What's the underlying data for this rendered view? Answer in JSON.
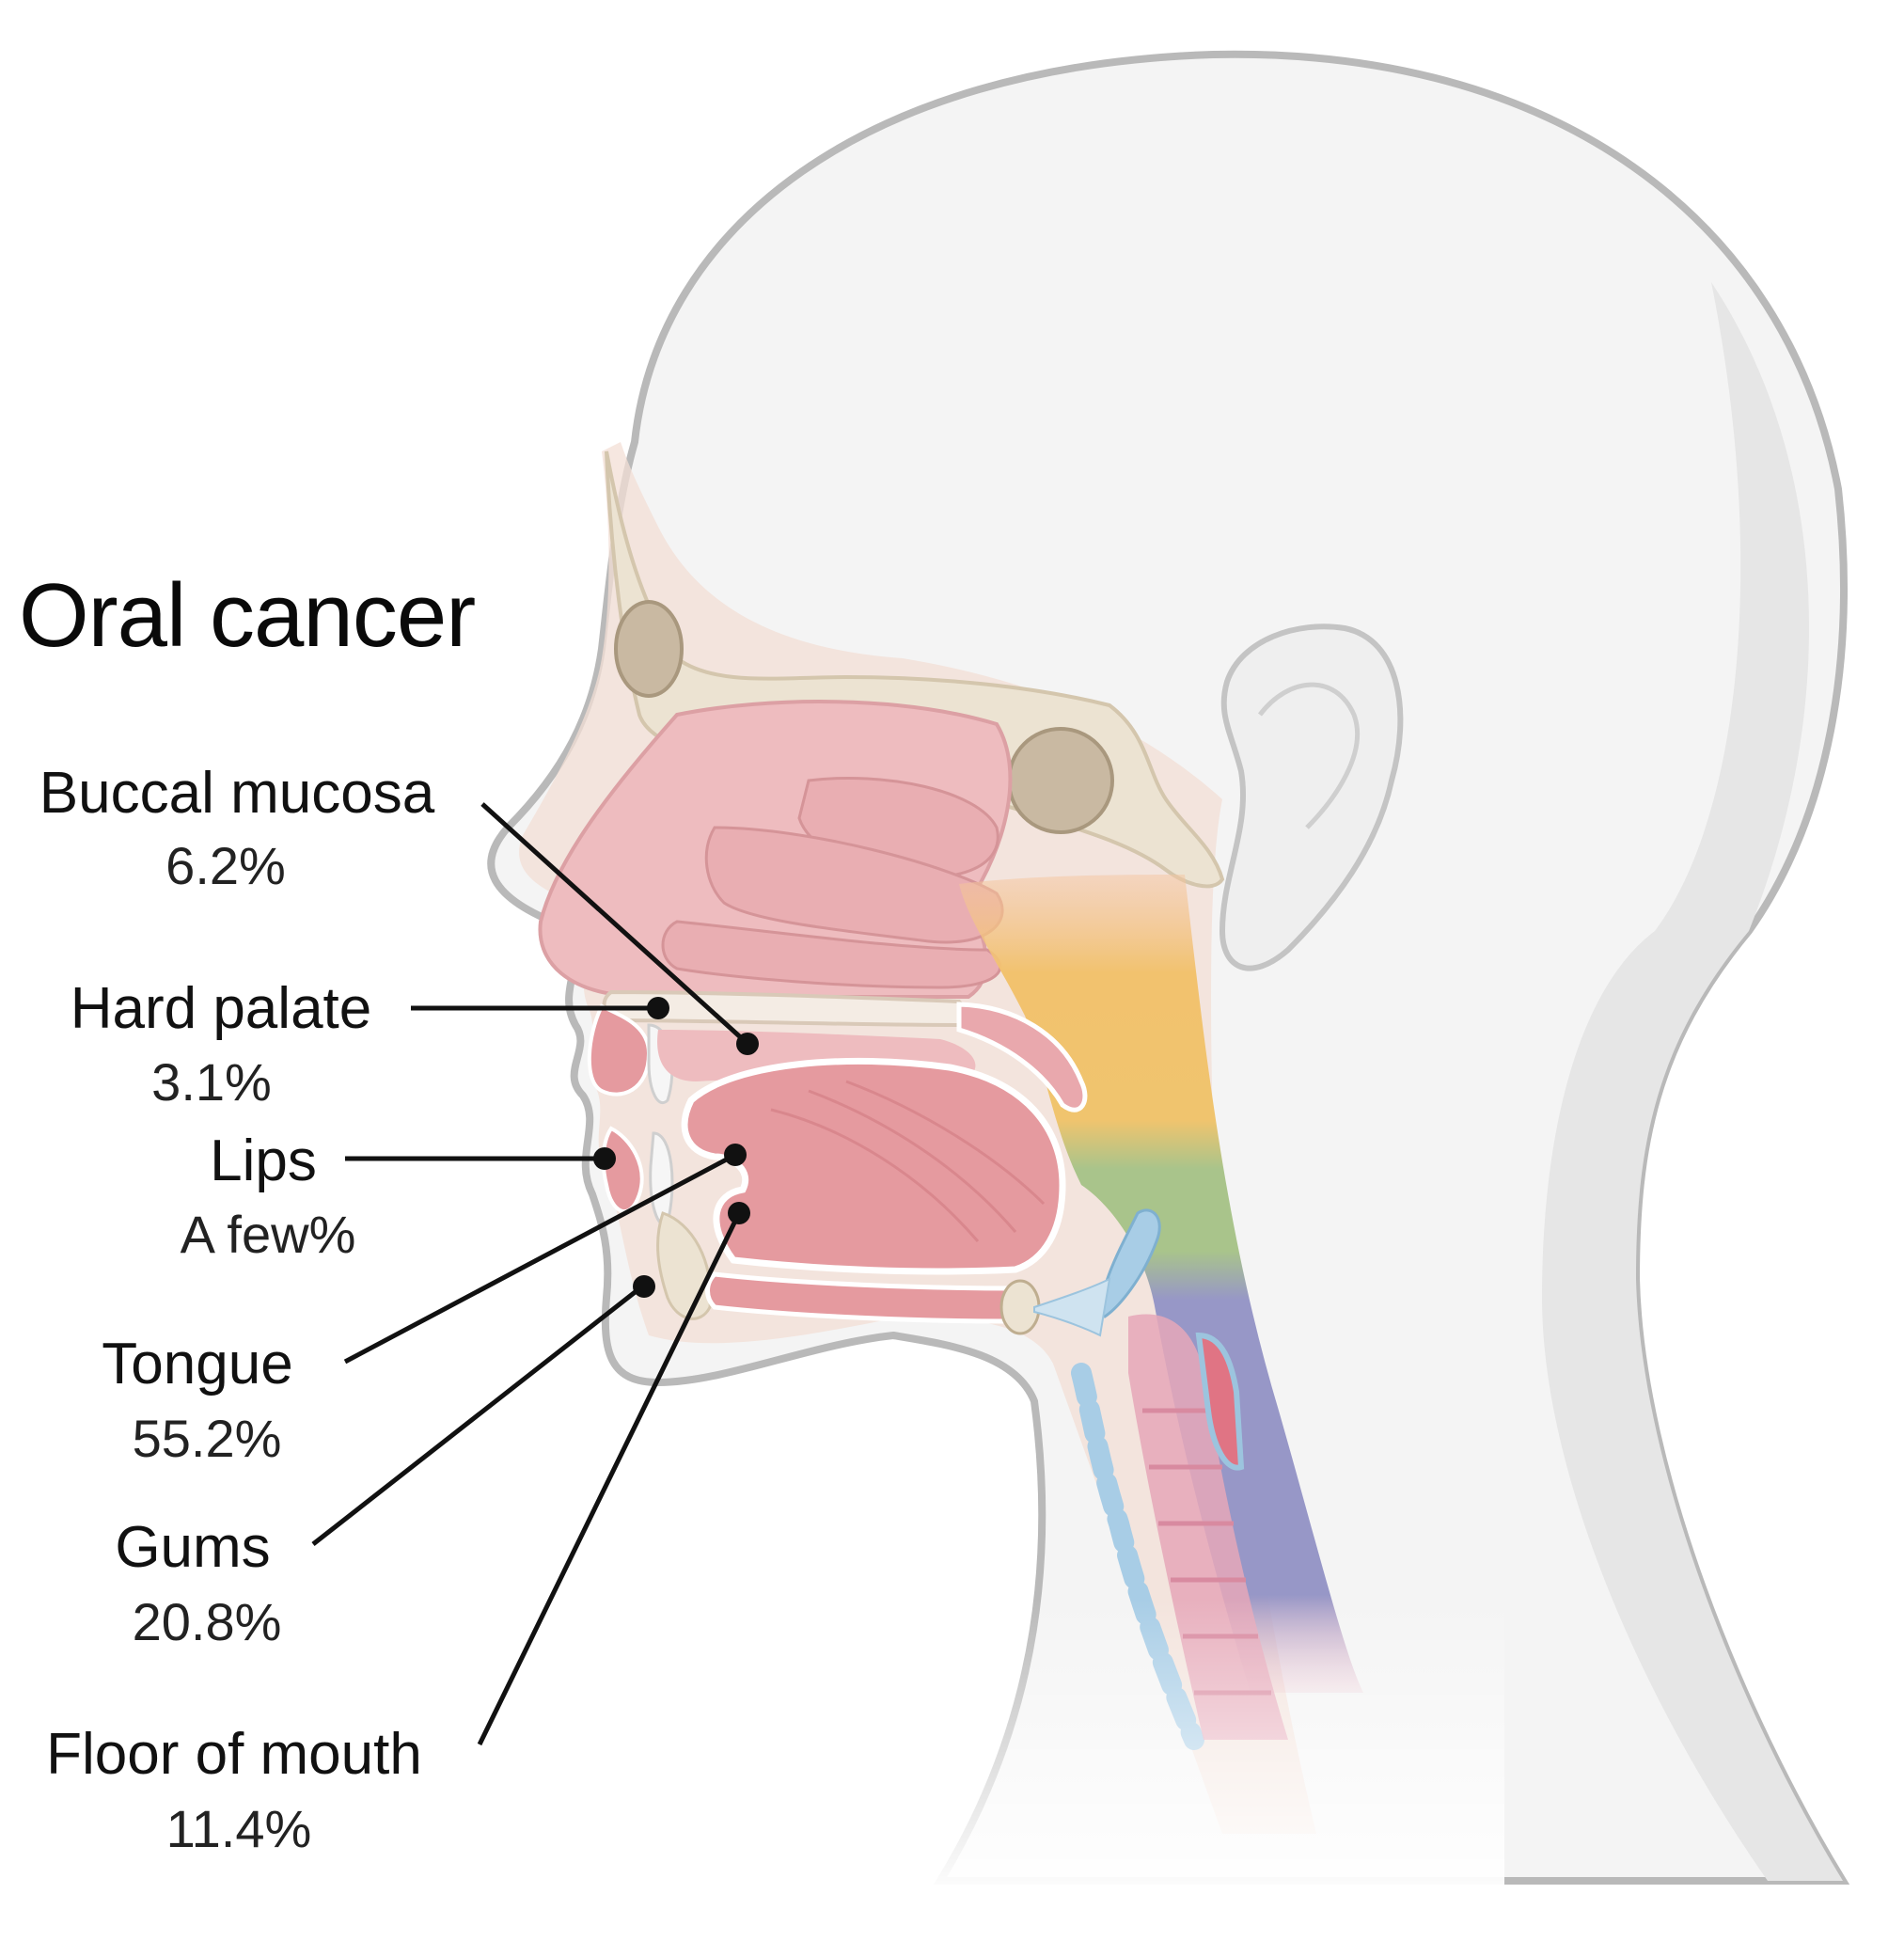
{
  "title": "Oral cancer",
  "labels": [
    {
      "id": "buccal-mucosa",
      "name": "Buccal mucosa",
      "percent": "6.2%"
    },
    {
      "id": "hard-palate",
      "name": "Hard palate",
      "percent": "3.1%"
    },
    {
      "id": "lips",
      "name": "Lips",
      "percent": "A few%"
    },
    {
      "id": "tongue",
      "name": "Tongue",
      "percent": "55.2%"
    },
    {
      "id": "gums",
      "name": "Gums",
      "percent": "20.8%"
    },
    {
      "id": "floor-of-mouth",
      "name": "Floor of mouth",
      "percent": "11.4%"
    }
  ],
  "colors": {
    "head_fill": "#f4f4f4",
    "head_outline": "#b9b9b9",
    "skin_tissue": "#f3dfd6",
    "bone": "#ece3d2",
    "sinus": "#c9b9a2",
    "nasal_cavity": "#eebcbf",
    "tongue": "#e59a9f",
    "nasopharynx": "#f2c26e",
    "oropharynx": "#a9c48b",
    "hypopharynx": "#9797c7",
    "trachea": "#e5a7b9",
    "cartilage": "#a8cde6",
    "leader_line": "#111111"
  }
}
